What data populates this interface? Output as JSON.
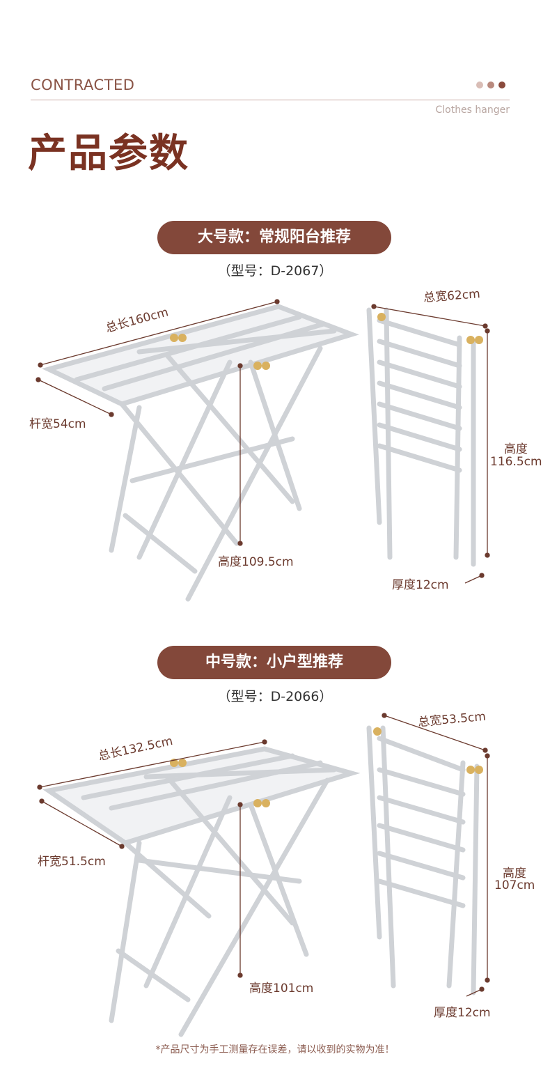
{
  "header": {
    "eyebrow": "CONTRACTED",
    "subtitle": "Clothes hanger",
    "title": "产品参数",
    "dot_colors": [
      "#d9bdb6",
      "#b98a7e",
      "#8a4a3c"
    ]
  },
  "colors": {
    "brand": "#7a3222",
    "pill": "#83483a",
    "dimension": "#6b3a2e"
  },
  "products": [
    {
      "pill": "大号款：常规阳台推荐",
      "model": "（型号：D-2067）",
      "open": {
        "length": "总长160cm",
        "bar_width": "杆宽54cm",
        "height": "高度109.5cm"
      },
      "folded": {
        "width": "总宽62cm",
        "height_label": "高度",
        "height_value": "116.5cm",
        "thickness": "厚度12cm"
      }
    },
    {
      "pill": "中号款：小户型推荐",
      "model": "（型号：D-2066）",
      "open": {
        "length": "总长132.5cm",
        "bar_width": "杆宽51.5cm",
        "height": "高度101cm"
      },
      "folded": {
        "width": "总宽53.5cm",
        "height_label": "高度",
        "height_value": "107cm",
        "thickness": "厚度12cm"
      }
    }
  ],
  "footnote": "*产品尺寸为手工测量存在误差，请以收到的实物为准！"
}
